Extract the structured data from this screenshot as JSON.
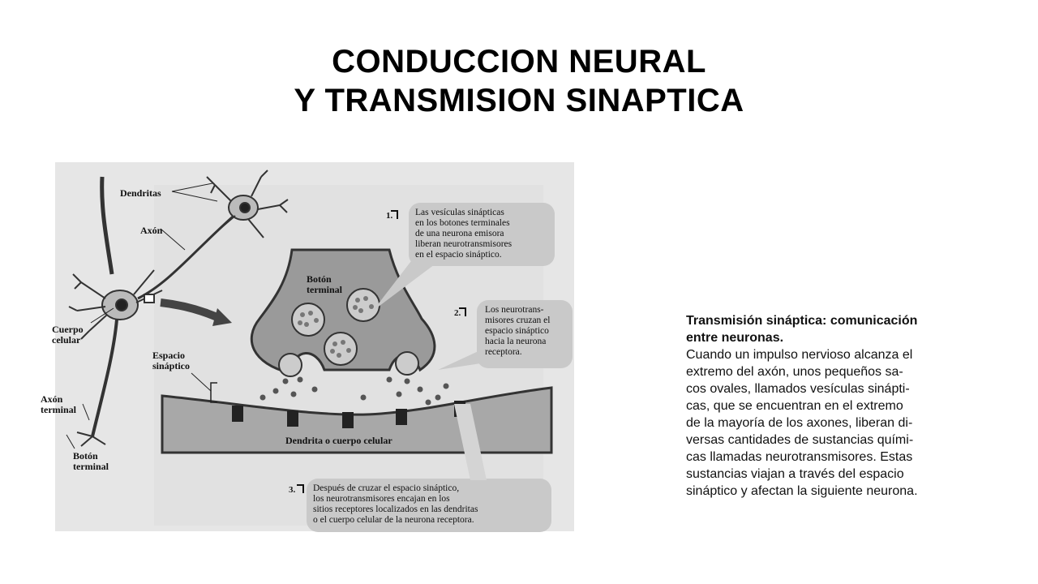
{
  "slide": {
    "title_line1": "CONDUCCION NEURAL",
    "title_line2": "Y TRANSMISION SINAPTICA"
  },
  "figure": {
    "labels": {
      "dendritas": "Dendritas",
      "axon": "Axón",
      "cuerpo_celular_1": "Cuerpo",
      "cuerpo_celular_2": "celular",
      "axon_terminal_1": "Axón",
      "axon_terminal_2": "terminal",
      "boton_terminal_left_1": "Botón",
      "boton_terminal_left_2": "terminal",
      "espacio_sinaptico_1": "Espacio",
      "espacio_sinaptico_2": "sináptico",
      "boton_terminal_center_1": "Botón",
      "boton_terminal_center_2": "terminal",
      "dendrita_cuerpo": "Dendrita o cuerpo celular"
    },
    "callouts": [
      {
        "number": "1.",
        "lines": [
          "Las vesículas sinápticas",
          "en los botones terminales",
          "de una neurona emisora",
          "liberan neurotransmisores",
          "en el espacio sináptico."
        ]
      },
      {
        "number": "2.",
        "lines": [
          "Los neurotrans-",
          "misores cruzan el",
          "espacio sináptico",
          "hacia la neurona",
          "receptora."
        ]
      },
      {
        "number": "3.",
        "lines": [
          "Después de cruzar el espacio sináptico,",
          "los neurotransmisores encajan en los",
          "sitios receptores localizados en las dendritas",
          "o el cuerpo celular de la neurona receptora."
        ]
      }
    ]
  },
  "caption": {
    "heading_line1": "Transmisión sináptica: comunicación",
    "heading_line2": "entre neuronas.",
    "body_lines": [
      "Cuando un impulso nervioso alcanza el",
      "extremo del axón, unos pequeños sa-",
      "cos ovales, llamados vesículas sinápti-",
      "cas, que se encuentran en el extremo",
      "de la mayoría de los axones, liberan di-",
      "versas cantidades de sustancias quími-",
      "cas llamadas neurotransmisores. Estas",
      "sustancias viajan a través del espacio",
      "sináptico y afectan la siguiente neurona."
    ]
  }
}
